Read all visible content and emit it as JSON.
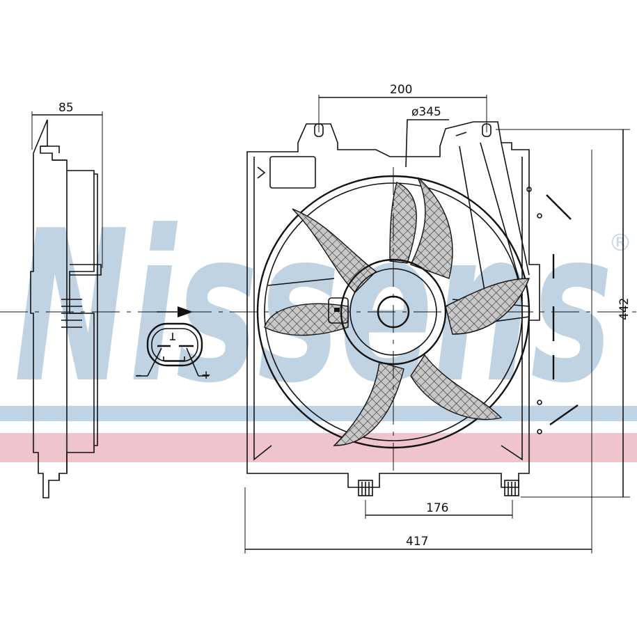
{
  "watermark": {
    "text": "Nissens",
    "registered": "®",
    "color_text": "#b9cfe0",
    "stripe_blue": "#bed3e3",
    "stripe_pink": "#f0c4cc"
  },
  "dimensions": {
    "mount_spacing": "200",
    "fan_diameter": "ø345",
    "height": "442",
    "depth": "85",
    "bottom_feet_spacing": "176",
    "width": "417"
  },
  "connector": {
    "minus": "–",
    "plus": "+"
  },
  "colors": {
    "line": "#111111",
    "background": "#ffffff"
  }
}
